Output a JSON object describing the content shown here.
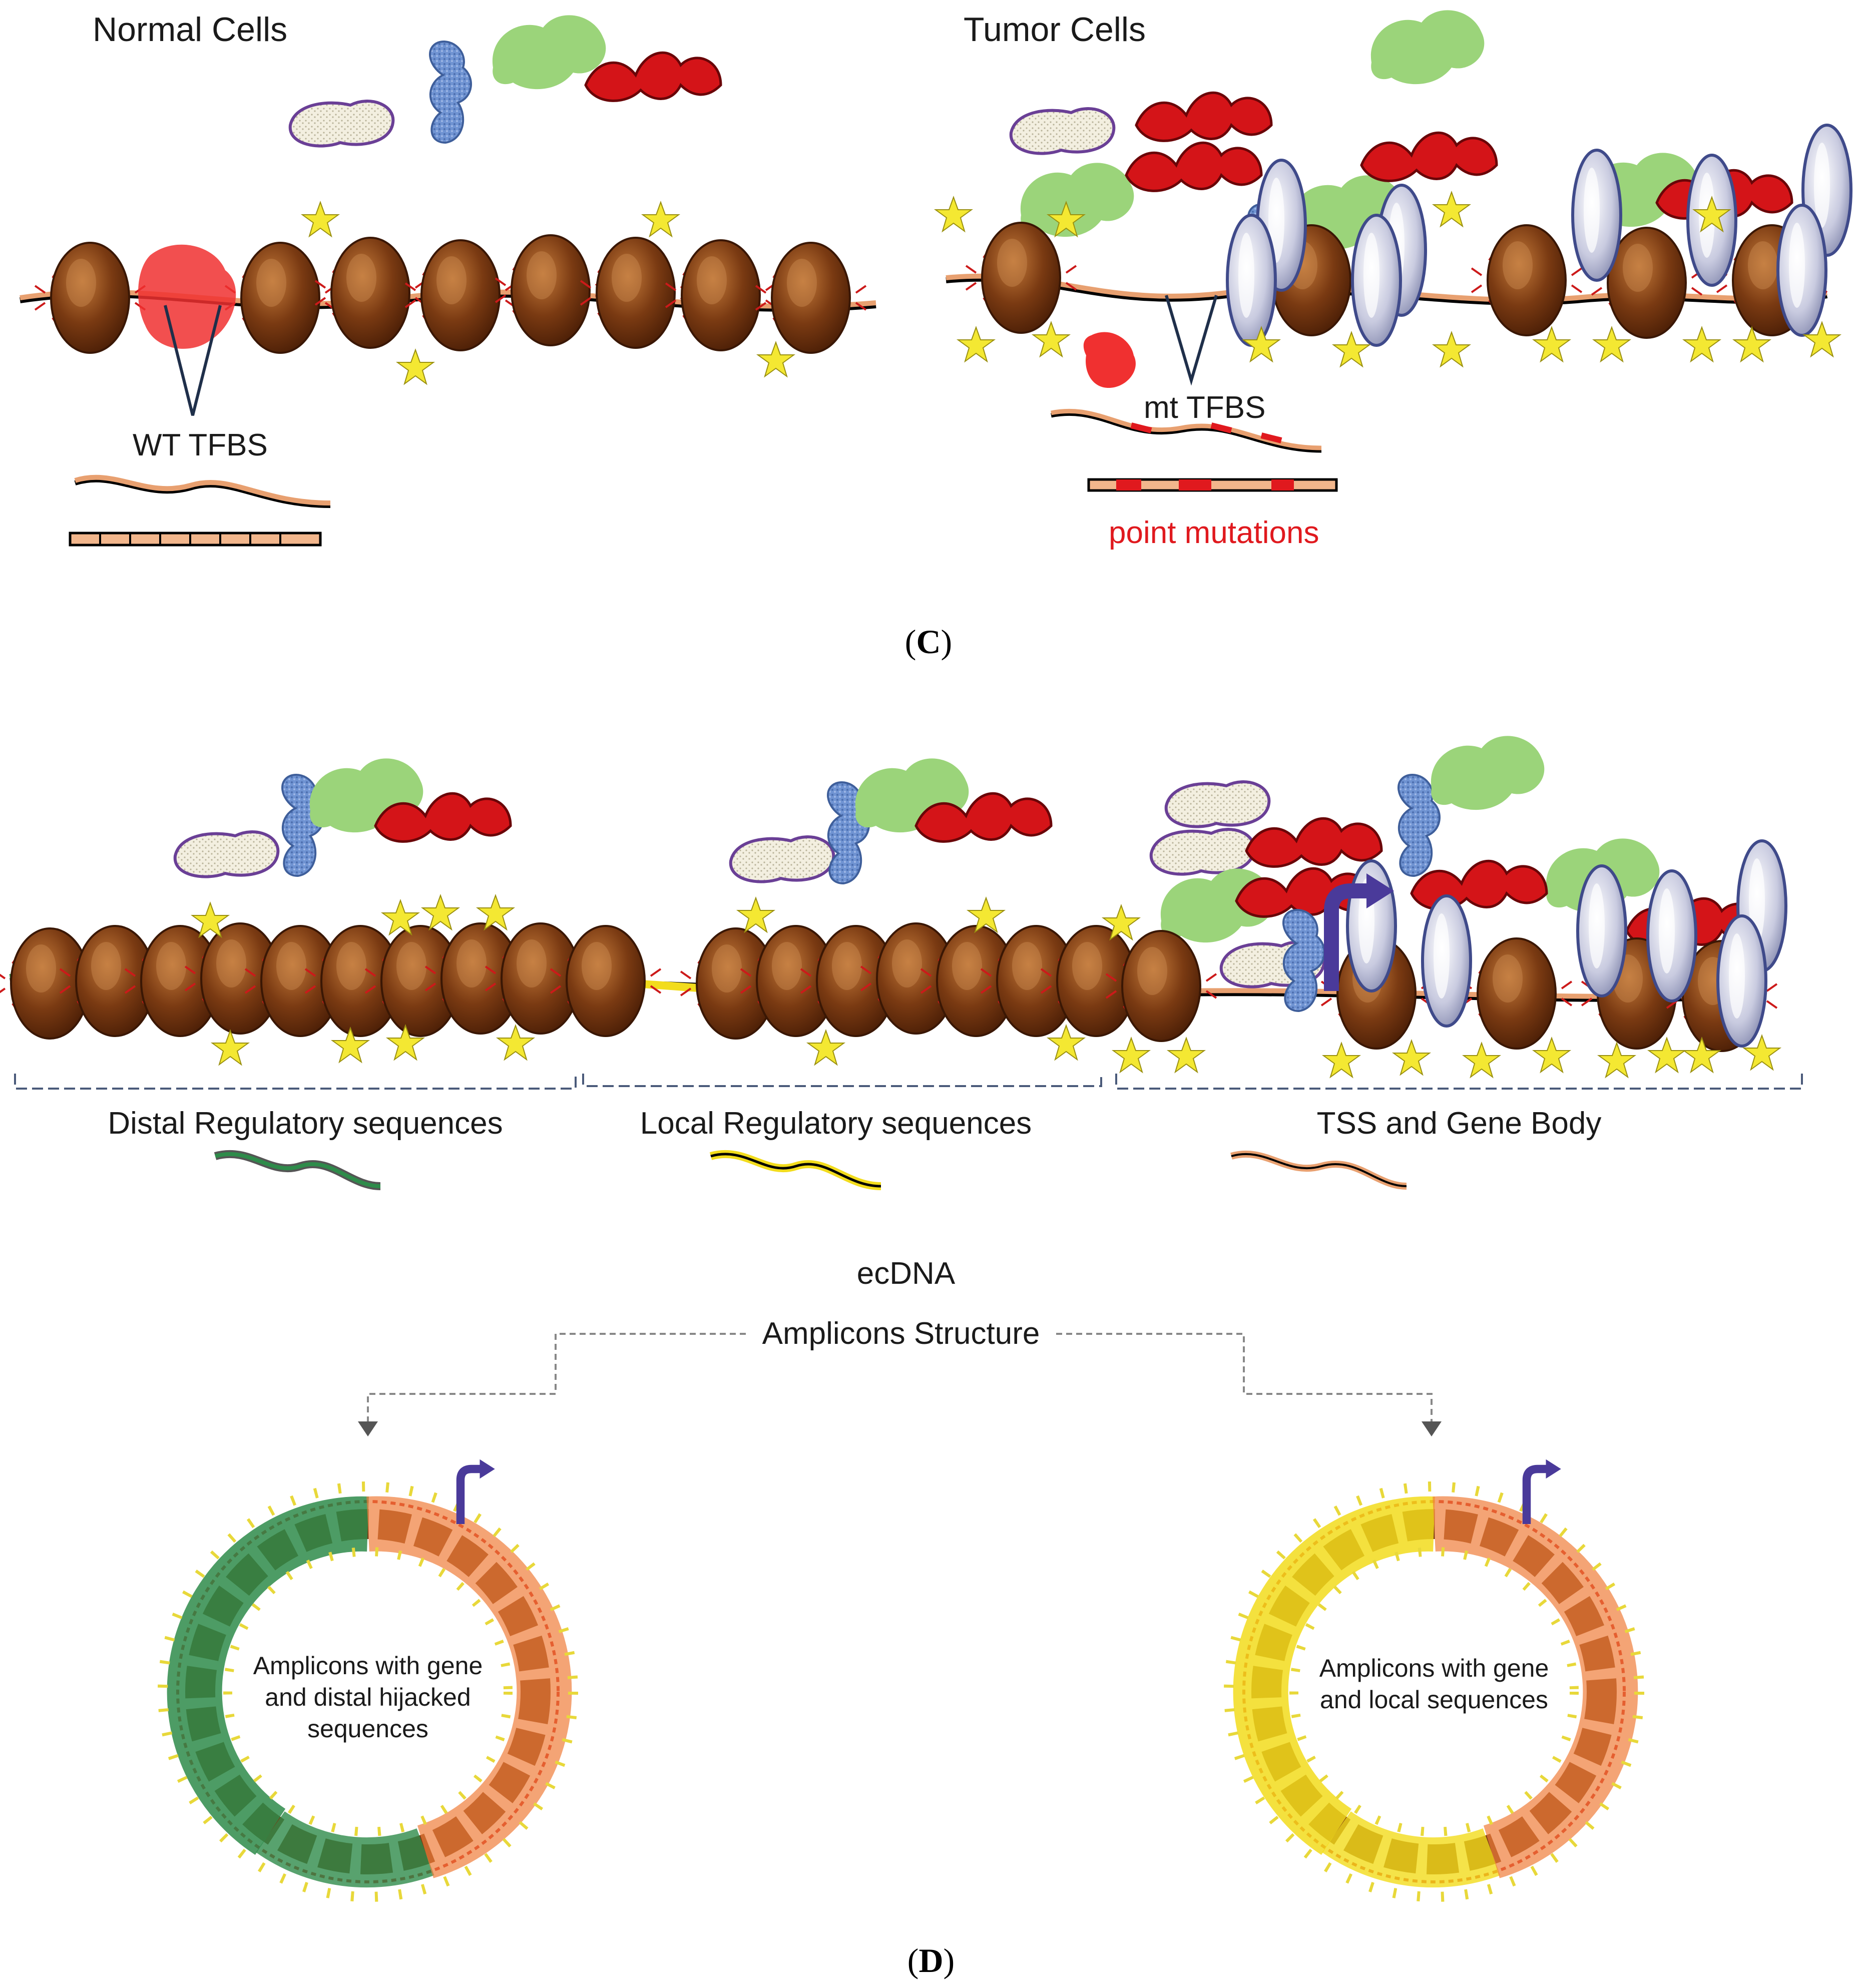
{
  "panel_c": {
    "normal_title": "Normal Cells",
    "tumor_title": "Tumor Cells",
    "wt_label": "WT TFBS",
    "mt_label": "mt TFBS",
    "mutation_label": "point mutations",
    "panel_open": "(",
    "panel_letter": "C",
    "panel_close": ")"
  },
  "panel_d": {
    "distal_label": "Distal Regulatory sequences",
    "local_label": "Local Regulatory sequences",
    "tss_label": "TSS and Gene Body",
    "ecdna_label": "ecDNA",
    "amplicons_label": "Amplicons Structure",
    "left_ring_lines": [
      "Amplicons with gene",
      "and distal hijacked",
      "sequences"
    ],
    "right_ring_lines": [
      "Amplicons with gene",
      "and local sequences"
    ],
    "panel_open": "(",
    "panel_letter": "D",
    "panel_close": ")"
  },
  "colors": {
    "nucleosome": "#7a3a12",
    "dna": "#e8a070",
    "distal": "#2e8b4a",
    "local": "#f2dc1c",
    "tf_red": "#d41418",
    "tf_blue": "#6f93d2",
    "tf_green": "#9bd47a",
    "tf_purple": "#8a5ab0",
    "pol": "#9fa6c9",
    "arrow": "#4a3a9a",
    "mutation": "#e0191e"
  },
  "icons": [
    "nucleosome-icon",
    "transcription-factor-icon",
    "star-icon",
    "arrow-icon",
    "ecdna-ring-icon"
  ]
}
